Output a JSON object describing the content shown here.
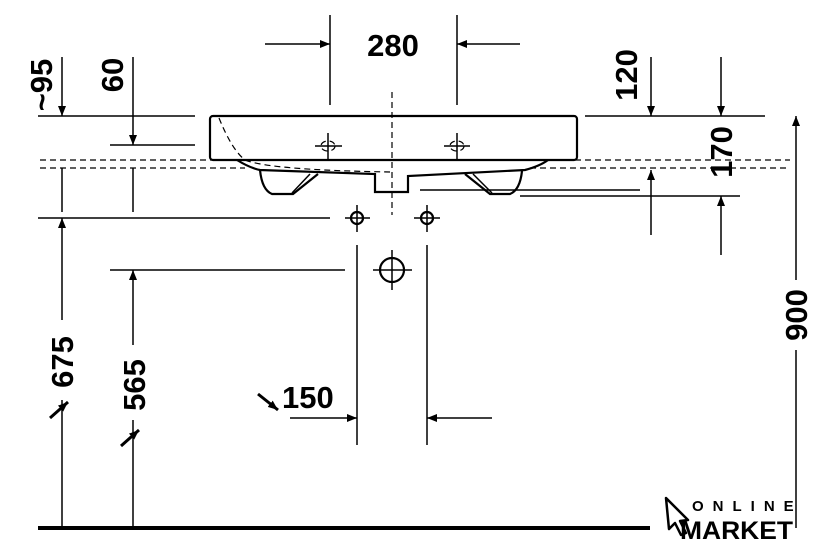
{
  "dimensions": {
    "top_width": "280",
    "left_top": "~95",
    "left_second": "60",
    "right_top": "120",
    "right_second": "170",
    "total_height": "900",
    "left_height_1": "675",
    "left_height_2": "565",
    "bottom_width": "150"
  },
  "logo": {
    "line1": "ONLINE",
    "line2": "MARKET"
  }
}
